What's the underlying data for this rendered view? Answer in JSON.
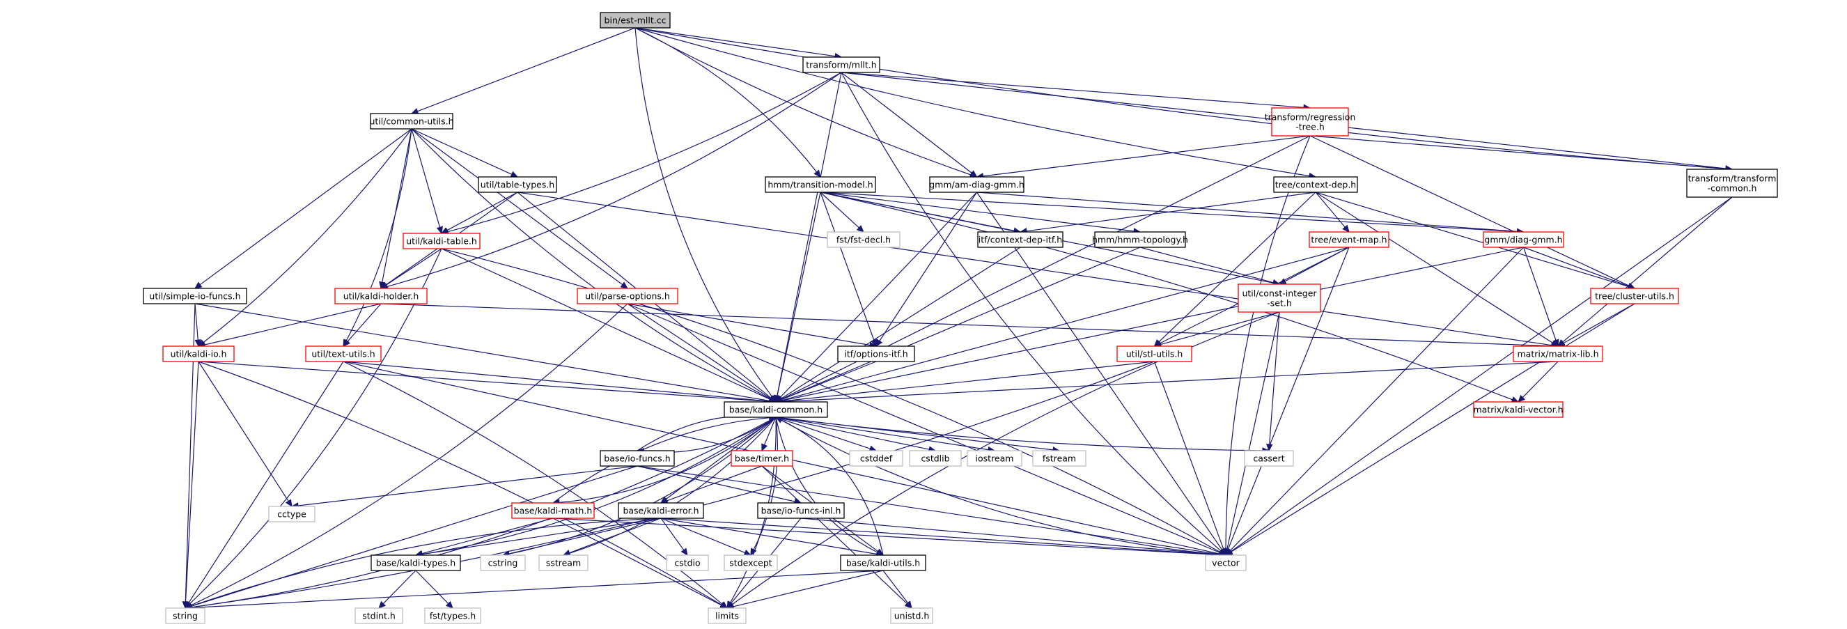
{
  "graph": {
    "root": "bin/est-mllt.cc",
    "colors": {
      "edge": "#191970",
      "normal_border": "#000000",
      "truncated_border": "#ff0000",
      "external_border": "#c0c0c0",
      "root_fill": "#bfbfbf"
    },
    "nodes": [
      {
        "id": "est",
        "lines": [
          "bin/est-mllt.cc"
        ],
        "kind": "root"
      },
      {
        "id": "mllt",
        "lines": [
          "transform/mllt.h"
        ],
        "kind": "normal"
      },
      {
        "id": "cu",
        "lines": [
          "util/common-utils.h"
        ],
        "kind": "normal"
      },
      {
        "id": "reg",
        "lines": [
          "transform/regression",
          "-tree.h"
        ],
        "kind": "truncated"
      },
      {
        "id": "tt",
        "lines": [
          "util/table-types.h"
        ],
        "kind": "normal"
      },
      {
        "id": "tm",
        "lines": [
          "hmm/transition-model.h"
        ],
        "kind": "normal"
      },
      {
        "id": "amdg",
        "lines": [
          "gmm/am-diag-gmm.h"
        ],
        "kind": "normal"
      },
      {
        "id": "cd",
        "lines": [
          "tree/context-dep.h"
        ],
        "kind": "normal"
      },
      {
        "id": "ttc",
        "lines": [
          "transform/transform",
          "-common.h"
        ],
        "kind": "normal"
      },
      {
        "id": "ktab",
        "lines": [
          "util/kaldi-table.h"
        ],
        "kind": "truncated"
      },
      {
        "id": "fstdecl",
        "lines": [
          "fst/fst-decl.h"
        ],
        "kind": "external"
      },
      {
        "id": "cdi",
        "lines": [
          "itf/context-dep-itf.h"
        ],
        "kind": "normal"
      },
      {
        "id": "hmmt",
        "lines": [
          "hmm/hmm-topology.h"
        ],
        "kind": "normal"
      },
      {
        "id": "em",
        "lines": [
          "tree/event-map.h"
        ],
        "kind": "truncated"
      },
      {
        "id": "dg",
        "lines": [
          "gmm/diag-gmm.h"
        ],
        "kind": "truncated"
      },
      {
        "id": "sif",
        "lines": [
          "util/simple-io-funcs.h"
        ],
        "kind": "normal"
      },
      {
        "id": "kh",
        "lines": [
          "util/kaldi-holder.h"
        ],
        "kind": "truncated"
      },
      {
        "id": "po",
        "lines": [
          "util/parse-options.h"
        ],
        "kind": "truncated"
      },
      {
        "id": "cis",
        "lines": [
          "util/const-integer",
          "-set.h"
        ],
        "kind": "truncated"
      },
      {
        "id": "clu",
        "lines": [
          "tree/cluster-utils.h"
        ],
        "kind": "truncated"
      },
      {
        "id": "kio",
        "lines": [
          "util/kaldi-io.h"
        ],
        "kind": "truncated"
      },
      {
        "id": "tu",
        "lines": [
          "util/text-utils.h"
        ],
        "kind": "truncated"
      },
      {
        "id": "oi",
        "lines": [
          "itf/options-itf.h"
        ],
        "kind": "normal"
      },
      {
        "id": "su",
        "lines": [
          "util/stl-utils.h"
        ],
        "kind": "truncated"
      },
      {
        "id": "ml",
        "lines": [
          "matrix/matrix-lib.h"
        ],
        "kind": "truncated"
      },
      {
        "id": "kc",
        "lines": [
          "base/kaldi-common.h"
        ],
        "kind": "normal"
      },
      {
        "id": "kv",
        "lines": [
          "matrix/kaldi-vector.h"
        ],
        "kind": "truncated"
      },
      {
        "id": "iof",
        "lines": [
          "base/io-funcs.h"
        ],
        "kind": "normal"
      },
      {
        "id": "timer",
        "lines": [
          "base/timer.h"
        ],
        "kind": "truncated"
      },
      {
        "id": "cstddef",
        "lines": [
          "cstddef"
        ],
        "kind": "external"
      },
      {
        "id": "cstdlib",
        "lines": [
          "cstdlib"
        ],
        "kind": "external"
      },
      {
        "id": "iostream",
        "lines": [
          "iostream"
        ],
        "kind": "external"
      },
      {
        "id": "fstream",
        "lines": [
          "fstream"
        ],
        "kind": "external"
      },
      {
        "id": "cassert",
        "lines": [
          "cassert"
        ],
        "kind": "external"
      },
      {
        "id": "cctype",
        "lines": [
          "cctype"
        ],
        "kind": "external"
      },
      {
        "id": "kmath",
        "lines": [
          "base/kaldi-math.h"
        ],
        "kind": "truncated"
      },
      {
        "id": "kerr",
        "lines": [
          "base/kaldi-error.h"
        ],
        "kind": "normal"
      },
      {
        "id": "iofi",
        "lines": [
          "base/io-funcs-inl.h"
        ],
        "kind": "normal"
      },
      {
        "id": "ktypes",
        "lines": [
          "base/kaldi-types.h"
        ],
        "kind": "normal"
      },
      {
        "id": "cstring",
        "lines": [
          "cstring"
        ],
        "kind": "external"
      },
      {
        "id": "sstream",
        "lines": [
          "sstream"
        ],
        "kind": "external"
      },
      {
        "id": "cstdio",
        "lines": [
          "cstdio"
        ],
        "kind": "external"
      },
      {
        "id": "stdexcept",
        "lines": [
          "stdexcept"
        ],
        "kind": "external"
      },
      {
        "id": "kutils",
        "lines": [
          "base/kaldi-utils.h"
        ],
        "kind": "normal"
      },
      {
        "id": "vector",
        "lines": [
          "vector"
        ],
        "kind": "external"
      },
      {
        "id": "string",
        "lines": [
          "string"
        ],
        "kind": "external"
      },
      {
        "id": "stdint",
        "lines": [
          "stdint.h"
        ],
        "kind": "external"
      },
      {
        "id": "fsttypes",
        "lines": [
          "fst/types.h"
        ],
        "kind": "external"
      },
      {
        "id": "limits",
        "lines": [
          "limits"
        ],
        "kind": "external"
      },
      {
        "id": "unistd",
        "lines": [
          "unistd.h"
        ],
        "kind": "external"
      }
    ],
    "edges": [
      [
        "est",
        "mllt"
      ],
      [
        "est",
        "cu"
      ],
      [
        "est",
        "amdg"
      ],
      [
        "est",
        "tm"
      ],
      [
        "est",
        "cd"
      ],
      [
        "est",
        "kc"
      ],
      [
        "est",
        "ttc"
      ],
      [
        "mllt",
        "reg"
      ],
      [
        "mllt",
        "amdg"
      ],
      [
        "mllt",
        "kc"
      ],
      [
        "mllt",
        "ktab"
      ],
      [
        "mllt",
        "kh"
      ],
      [
        "mllt",
        "vector"
      ],
      [
        "mllt",
        "ttc"
      ],
      [
        "cu",
        "tt"
      ],
      [
        "cu",
        "ktab"
      ],
      [
        "cu",
        "kh"
      ],
      [
        "cu",
        "kio"
      ],
      [
        "cu",
        "sif"
      ],
      [
        "cu",
        "tu"
      ],
      [
        "cu",
        "po"
      ],
      [
        "cu",
        "kc"
      ],
      [
        "reg",
        "amdg"
      ],
      [
        "reg",
        "ttc"
      ],
      [
        "reg",
        "clu"
      ],
      [
        "reg",
        "kc"
      ],
      [
        "reg",
        "vector"
      ],
      [
        "tt",
        "ktab"
      ],
      [
        "tt",
        "kh"
      ],
      [
        "tt",
        "ml"
      ],
      [
        "tt",
        "kc"
      ],
      [
        "tm",
        "fstdecl"
      ],
      [
        "tm",
        "cdi"
      ],
      [
        "tm",
        "hmmt"
      ],
      [
        "tm",
        "dg"
      ],
      [
        "tm",
        "oi"
      ],
      [
        "tm",
        "kc"
      ],
      [
        "tm",
        "cis"
      ],
      [
        "tm",
        "kv"
      ],
      [
        "amdg",
        "dg"
      ],
      [
        "amdg",
        "oi"
      ],
      [
        "amdg",
        "kc"
      ],
      [
        "amdg",
        "vector"
      ],
      [
        "cd",
        "em"
      ],
      [
        "cd",
        "cdi"
      ],
      [
        "cd",
        "su"
      ],
      [
        "cd",
        "clu"
      ],
      [
        "cd",
        "ml"
      ],
      [
        "ttc",
        "ml"
      ],
      [
        "ttc",
        "vector"
      ],
      [
        "ktab",
        "kh"
      ],
      [
        "ktab",
        "kc"
      ],
      [
        "ktab",
        "string"
      ],
      [
        "ktab",
        "vector"
      ],
      [
        "cdi",
        "kc"
      ],
      [
        "hmmt",
        "cis"
      ],
      [
        "hmmt",
        "kc"
      ],
      [
        "em",
        "cis"
      ],
      [
        "em",
        "su"
      ],
      [
        "em",
        "vector"
      ],
      [
        "em",
        "kc"
      ],
      [
        "dg",
        "clu"
      ],
      [
        "dg",
        "ml"
      ],
      [
        "dg",
        "kc"
      ],
      [
        "dg",
        "vector"
      ],
      [
        "sif",
        "kio"
      ],
      [
        "sif",
        "kc"
      ],
      [
        "sif",
        "string"
      ],
      [
        "kh",
        "kio"
      ],
      [
        "kh",
        "tu"
      ],
      [
        "kh",
        "ml"
      ],
      [
        "po",
        "oi"
      ],
      [
        "po",
        "kc"
      ],
      [
        "po",
        "string"
      ],
      [
        "po",
        "vector"
      ],
      [
        "cis",
        "su"
      ],
      [
        "cis",
        "cassert"
      ],
      [
        "cis",
        "vector"
      ],
      [
        "cis",
        "limits"
      ],
      [
        "clu",
        "ml"
      ],
      [
        "clu",
        "vector"
      ],
      [
        "kio",
        "kc"
      ],
      [
        "kio",
        "cctype"
      ],
      [
        "kio",
        "string"
      ],
      [
        "kio",
        "limits"
      ],
      [
        "tu",
        "kc"
      ],
      [
        "tu",
        "string"
      ],
      [
        "tu",
        "vector"
      ],
      [
        "tu",
        "limits"
      ],
      [
        "oi",
        "kc"
      ],
      [
        "su",
        "kc"
      ],
      [
        "su",
        "string"
      ],
      [
        "su",
        "vector"
      ],
      [
        "ml",
        "kv"
      ],
      [
        "ml",
        "kc"
      ],
      [
        "kc",
        "iof"
      ],
      [
        "kc",
        "timer"
      ],
      [
        "kc",
        "cstddef"
      ],
      [
        "kc",
        "cstdlib"
      ],
      [
        "kc",
        "iostream"
      ],
      [
        "kc",
        "fstream"
      ],
      [
        "kc",
        "cassert"
      ],
      [
        "kc",
        "kmath"
      ],
      [
        "kc",
        "kerr"
      ],
      [
        "kc",
        "ktypes"
      ],
      [
        "kc",
        "cstring"
      ],
      [
        "kc",
        "sstream"
      ],
      [
        "kc",
        "stdexcept"
      ],
      [
        "kc",
        "kutils"
      ],
      [
        "kc",
        "vector"
      ],
      [
        "kc",
        "string"
      ],
      [
        "kc",
        "limits"
      ],
      [
        "iof",
        "cctype"
      ],
      [
        "iof",
        "iofi"
      ],
      [
        "iof",
        "string"
      ],
      [
        "iof",
        "vector"
      ],
      [
        "iof",
        "kc"
      ],
      [
        "timer",
        "kerr"
      ],
      [
        "timer",
        "kutils"
      ],
      [
        "timer",
        "unistd"
      ],
      [
        "kmath",
        "ktypes"
      ],
      [
        "kmath",
        "limits"
      ],
      [
        "kmath",
        "vector"
      ],
      [
        "kmath",
        "kc"
      ],
      [
        "kerr",
        "ktypes"
      ],
      [
        "kerr",
        "kutils"
      ],
      [
        "kerr",
        "cstring"
      ],
      [
        "kerr",
        "sstream"
      ],
      [
        "kerr",
        "cstdio"
      ],
      [
        "kerr",
        "stdexcept"
      ],
      [
        "kerr",
        "vector"
      ],
      [
        "kerr",
        "string"
      ],
      [
        "iofi",
        "limits"
      ],
      [
        "iofi",
        "vector"
      ],
      [
        "ktypes",
        "stdint"
      ],
      [
        "ktypes",
        "fsttypes"
      ],
      [
        "kutils",
        "limits"
      ],
      [
        "kutils",
        "string"
      ],
      [
        "kutils",
        "unistd"
      ],
      [
        "kutils",
        "kc"
      ]
    ]
  }
}
